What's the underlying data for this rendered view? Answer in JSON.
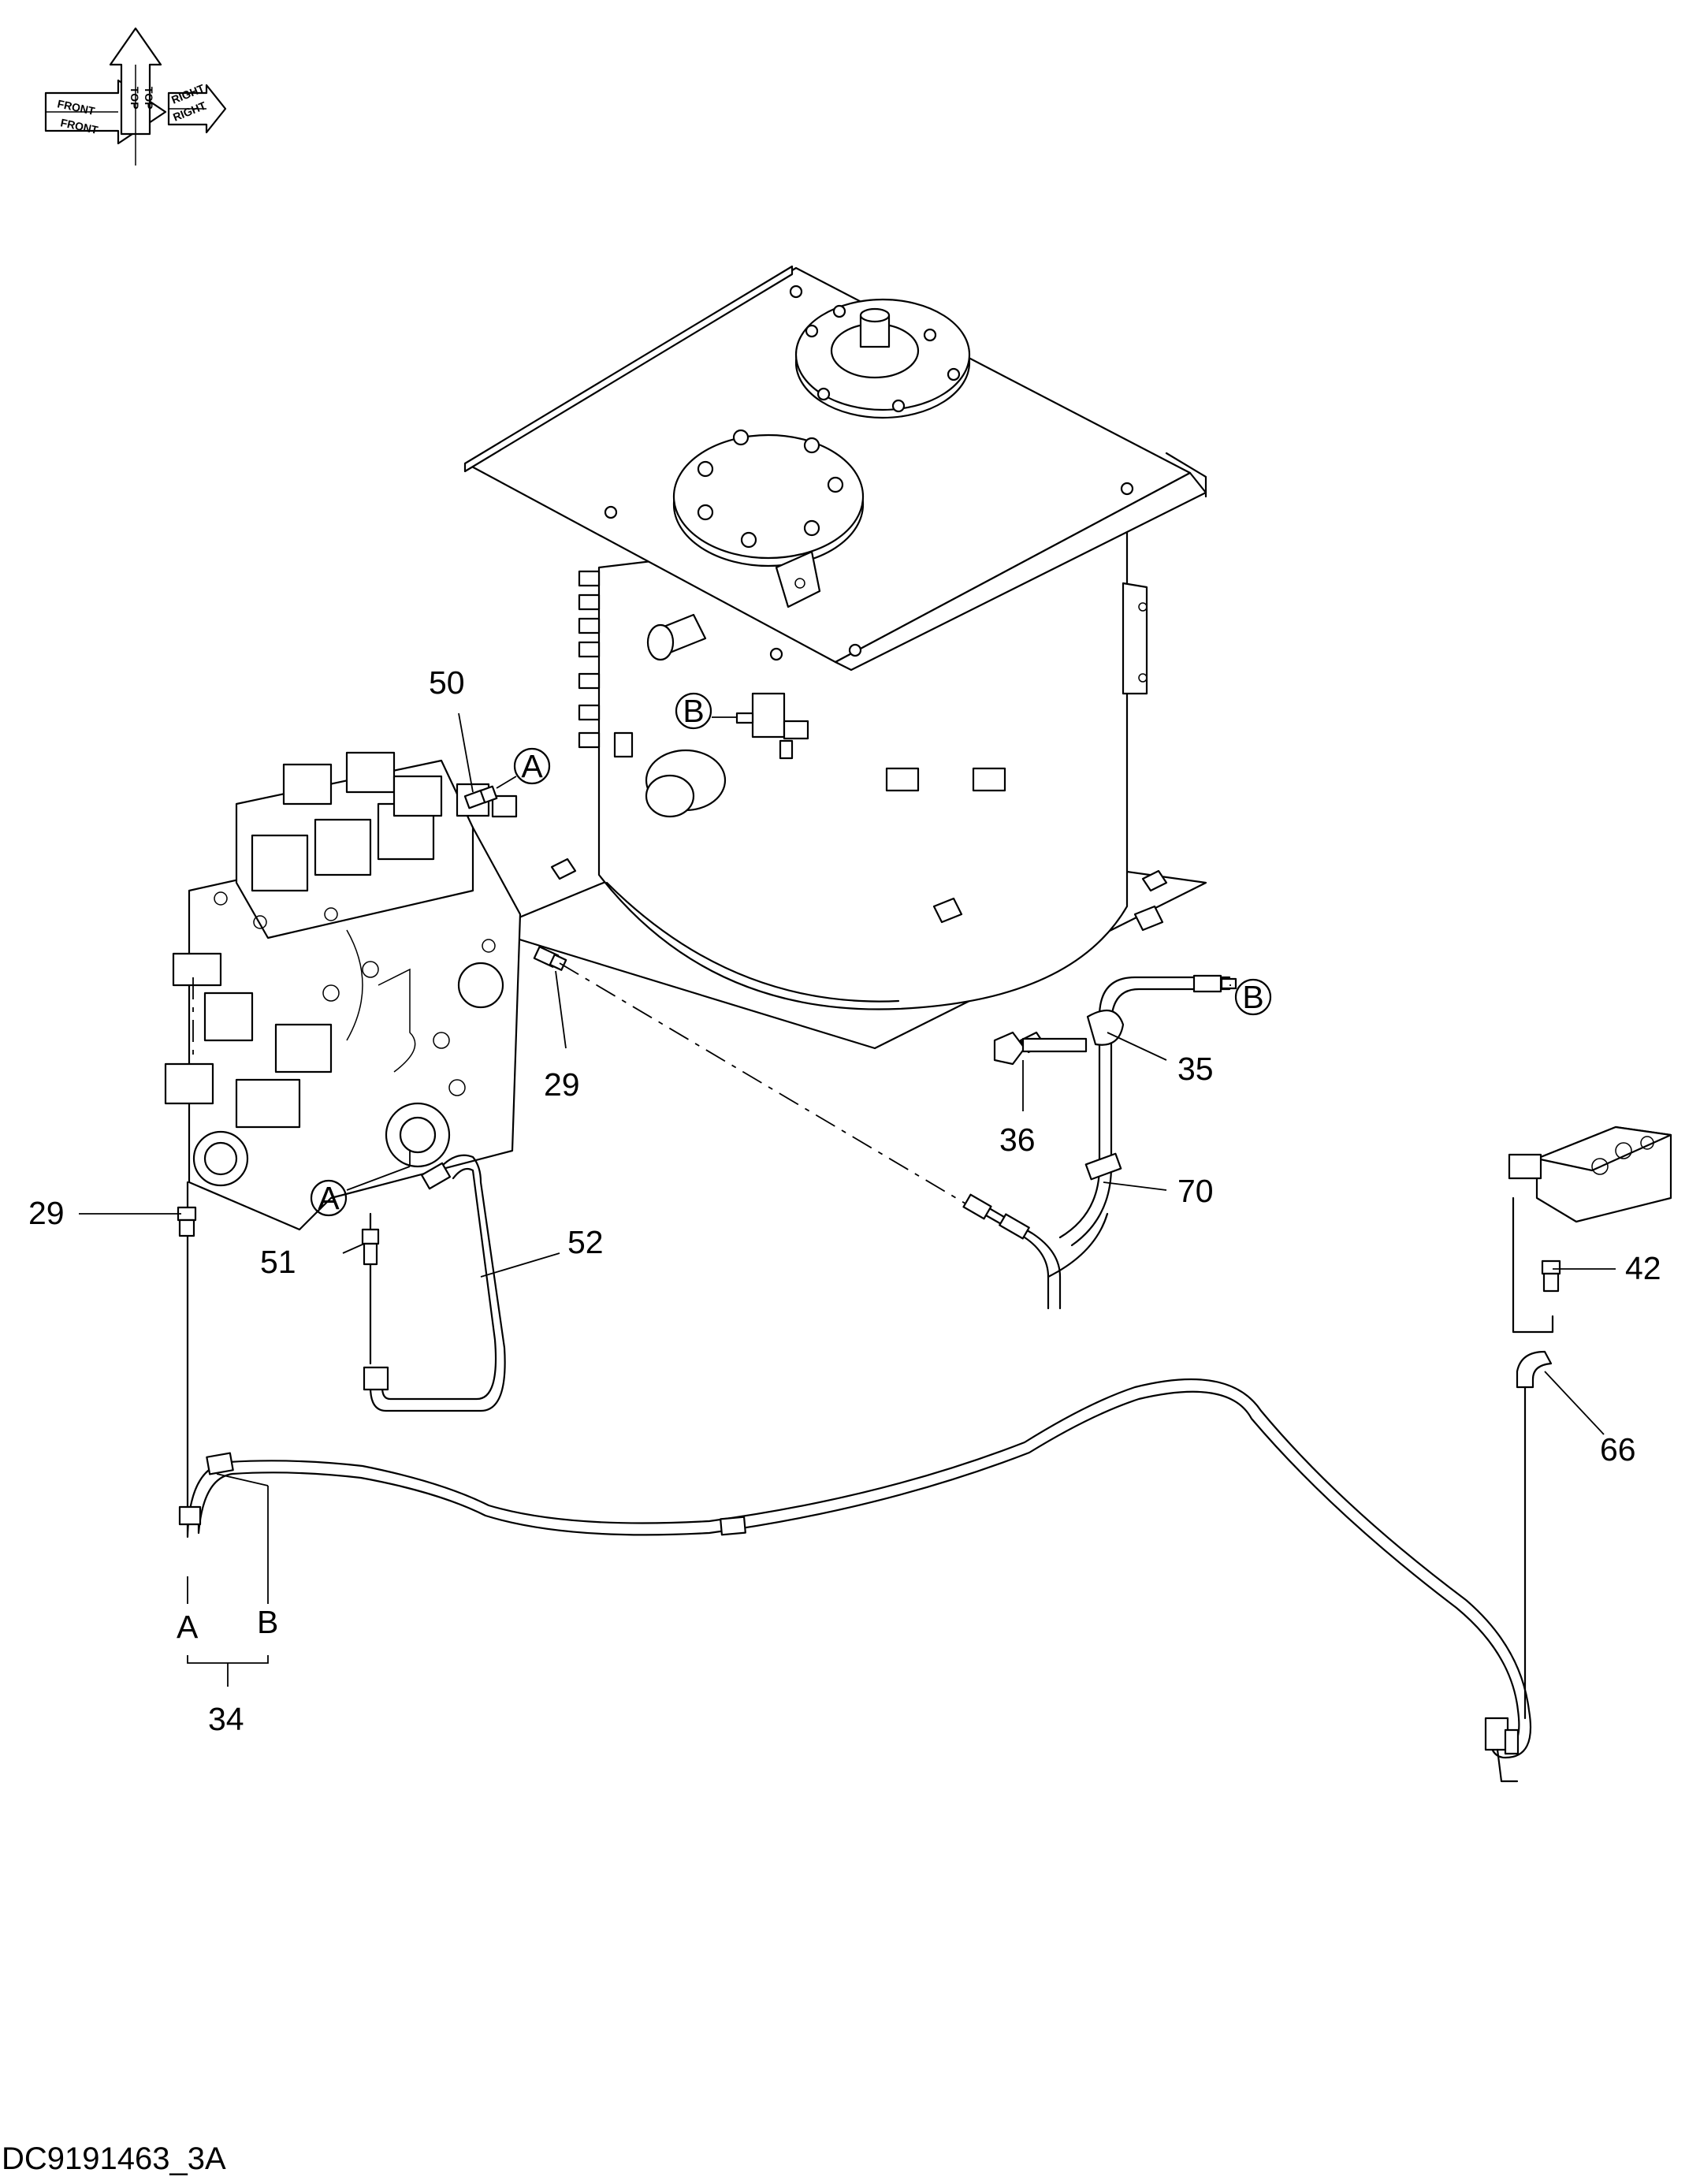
{
  "orientation_symbol": {
    "labels": [
      "FRONT",
      "FRONT",
      "TOP",
      "TOP",
      "RIGHT",
      "RIGHT"
    ]
  },
  "callouts": {
    "c50": "50",
    "c29_top": "29",
    "c29_left": "29",
    "c35": "35",
    "c36": "36",
    "c70": "70",
    "c52": "52",
    "c51": "51",
    "c42": "42",
    "c66": "66",
    "c34": "34"
  },
  "connection_refs": {
    "a_top": "A",
    "a_bottom": "A",
    "b_tank": "B",
    "b_right": "B",
    "end_a": "A",
    "end_b": "B"
  },
  "drawing_number": "DC9191463_3A"
}
